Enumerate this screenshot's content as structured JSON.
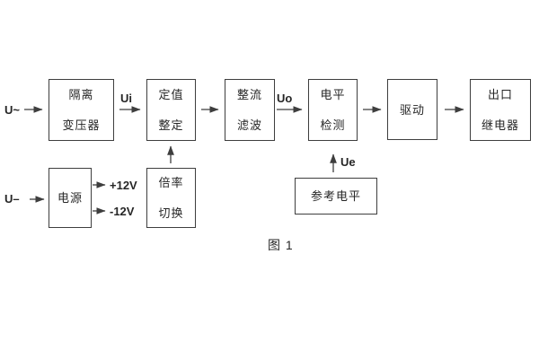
{
  "figure": {
    "caption": "图 1",
    "colors": {
      "line": "#3e3e3e",
      "text": "#262626",
      "background": "#ffffff"
    },
    "inputs": {
      "ac": "U~",
      "dc": "U–"
    },
    "signals": {
      "ui": "Ui",
      "uo": "Uo",
      "ue": "Ue",
      "rail_pos": "+12V",
      "rail_neg": "-12V"
    },
    "blocks": {
      "isolation_transformer": {
        "line1": "隔离",
        "line2": "变压器"
      },
      "setpoint_adjust": {
        "line1": "定值",
        "line2": "整定"
      },
      "rectifier_filter": {
        "line1": "整流",
        "line2": "滤波"
      },
      "level_detector": {
        "line1": "电平",
        "line2": "检测"
      },
      "driver": {
        "label": "驱动"
      },
      "output_relay": {
        "line1": "出口",
        "line2": "继电器"
      },
      "power_supply": {
        "label": "电源"
      },
      "ratio_switch": {
        "line1": "倍率",
        "line2": "切换"
      },
      "reference_level": {
        "label": "参考电平"
      }
    }
  }
}
